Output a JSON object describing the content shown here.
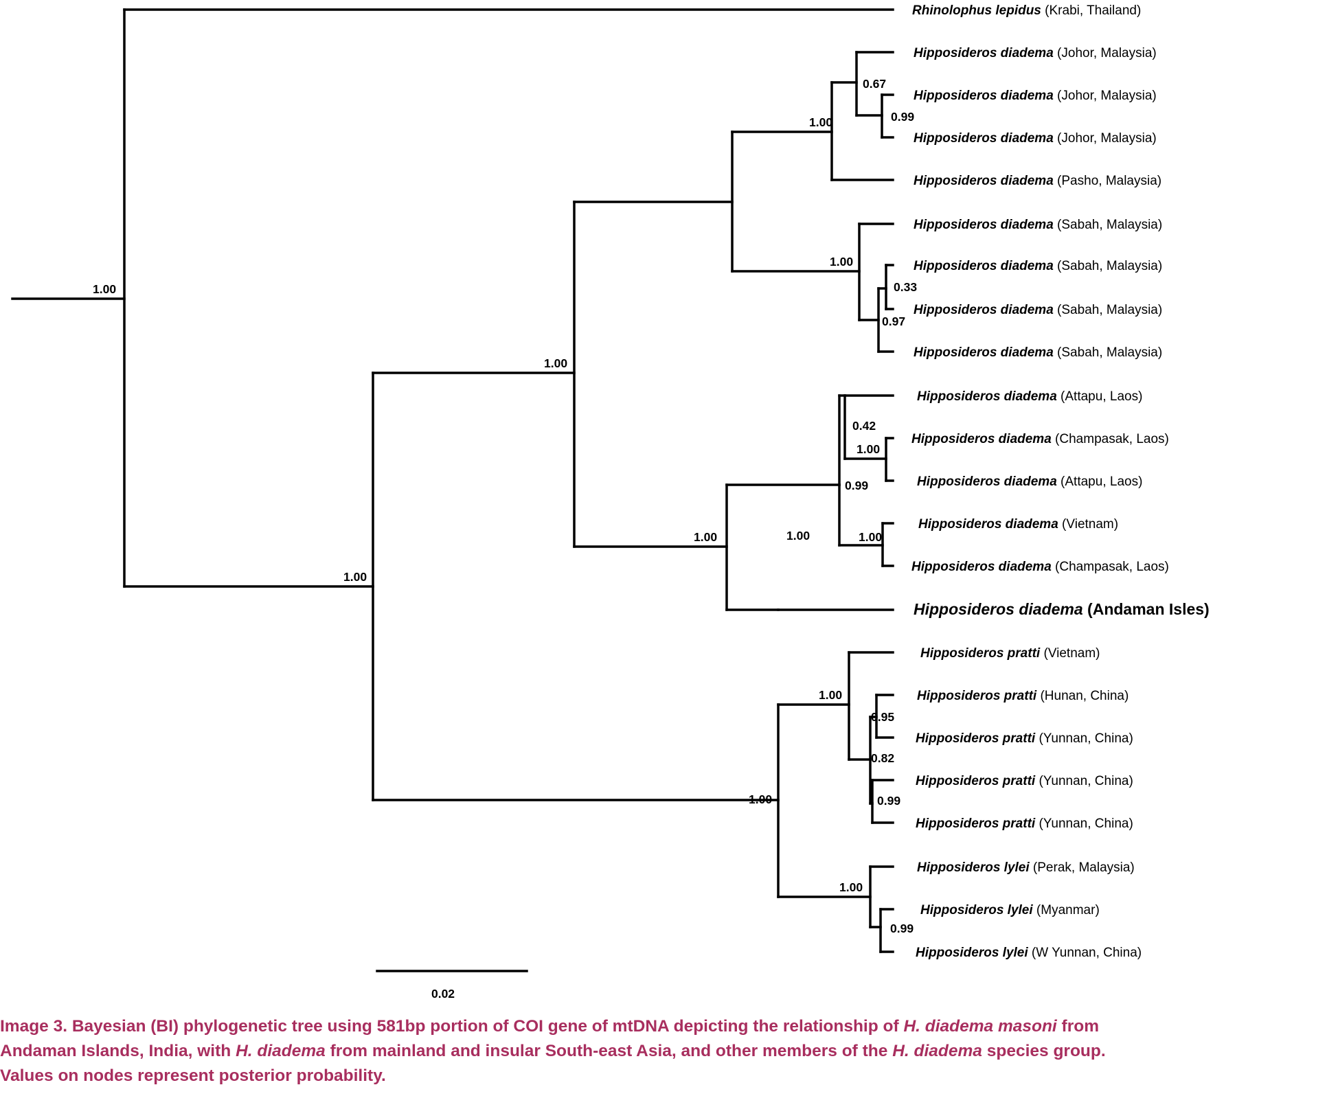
{
  "figure": {
    "taxa": [
      {
        "species": "Rhinolophus lepidus",
        "locality": "(Krabi, Thailand)"
      },
      {
        "species": "Hipposideros diadema",
        "locality": "(Johor, Malaysia)"
      },
      {
        "species": "Hipposideros diadema",
        "locality": "(Johor, Malaysia)"
      },
      {
        "species": "Hipposideros diadema",
        "locality": "(Johor, Malaysia)"
      },
      {
        "species": "Hipposideros diadema",
        "locality": "(Pasho, Malaysia)"
      },
      {
        "species": "Hipposideros diadema",
        "locality": "(Sabah, Malaysia)"
      },
      {
        "species": "Hipposideros diadema",
        "locality": "(Sabah, Malaysia)"
      },
      {
        "species": "Hipposideros diadema",
        "locality": "(Sabah, Malaysia)"
      },
      {
        "species": "Hipposideros diadema",
        "locality": "(Sabah, Malaysia)"
      },
      {
        "species": "Hipposideros diadema",
        "locality": "(Attapu, Laos)"
      },
      {
        "species": "Hipposideros diadema",
        "locality": "(Champasak, Laos)"
      },
      {
        "species": "Hipposideros diadema",
        "locality": "(Attapu, Laos)"
      },
      {
        "species": "Hipposideros diadema",
        "locality": "(Vietnam)"
      },
      {
        "species": "Hipposideros diadema",
        "locality": "(Champasak, Laos)"
      },
      {
        "species": "Hipposideros diadema",
        "locality": "(Andaman Isles)",
        "highlight": true
      },
      {
        "species": "Hipposideros pratti",
        "locality": "(Vietnam)"
      },
      {
        "species": "Hipposideros pratti",
        "locality": "(Hunan, China)"
      },
      {
        "species": "Hipposideros pratti",
        "locality": "(Yunnan, China)"
      },
      {
        "species": "Hipposideros pratti",
        "locality": "(Yunnan, China)"
      },
      {
        "species": "Hipposideros pratti",
        "locality": "(Yunnan, China)"
      },
      {
        "species": "Hipposideros lylei",
        "locality": "(Perak, Malaysia)"
      },
      {
        "species": "Hipposideros lylei",
        "locality": "(Myanmar)"
      },
      {
        "species": "Hipposideros lylei",
        "locality": "(W Yunnan, China)"
      }
    ],
    "node_support": [
      "1.00",
      "1.00",
      "1.00",
      "1.00",
      "1.00",
      "0.67",
      "0.99",
      "1.00",
      "0.33",
      "0.97",
      "1.00",
      "0.99",
      "0.42",
      "1.00",
      "1.00",
      "1.00",
      "1.00",
      "0.95",
      "0.82",
      "0.99",
      "1.00",
      "0.99"
    ],
    "scale_bar": "0.02"
  },
  "caption": {
    "line1_a": "Image 3. Bayesian (BI) phylogenetic tree using 581bp portion of COI gene of mtDNA depicting the relationship of ",
    "line1_i": "H. diadema masoni",
    "line1_b": " from",
    "line2_a": "Andaman Islands, India, with ",
    "line2_i1": "H. diadema",
    "line2_b": " from mainland and insular South-east Asia, and other members of the ",
    "line2_i2": "H. diadema",
    "line2_c": " species group.",
    "line3": "Values on nodes represent posterior probability."
  },
  "colors": {
    "caption": "#a82e5e",
    "branches": "#000000"
  }
}
